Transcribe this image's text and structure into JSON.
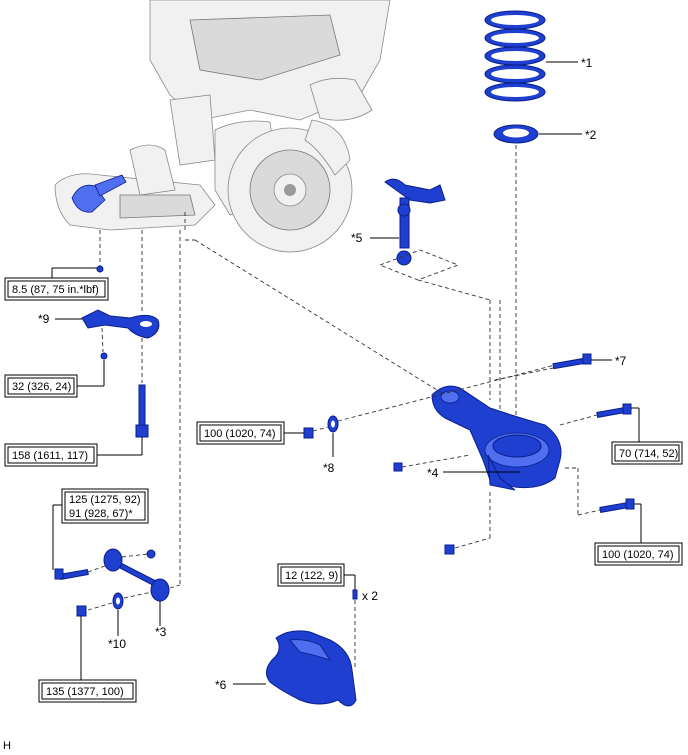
{
  "part_labels": {
    "p1": "*1",
    "p2": "*2",
    "p3": "*3",
    "p4": "*4",
    "p5": "*5",
    "p6": "*6",
    "p7": "*7",
    "p8": "*8",
    "p9": "*9",
    "p10": "*10"
  },
  "torque_specs": {
    "t_8_5": "8.5 (87, 75 in.*lbf)",
    "t_32": "32 (326, 24)",
    "t_158": "158 (1611, 117)",
    "t_125_line1": "125 (1275, 92)",
    "t_125_line2": "91 (928, 67)*",
    "t_135": "135 (1377, 100)",
    "t_100_left": "100 (1020, 74)",
    "t_70": "70 (714, 52)",
    "t_100_right": "100 (1020, 74)",
    "t_12": "12 (122, 9)"
  },
  "quantity_note": "x 2",
  "footer_code": "H",
  "colors": {
    "part_blue": "#1f3fd0",
    "part_blue_light": "#4f6ef0",
    "body_gray": "#f1f1f1",
    "line": "#000000"
  }
}
